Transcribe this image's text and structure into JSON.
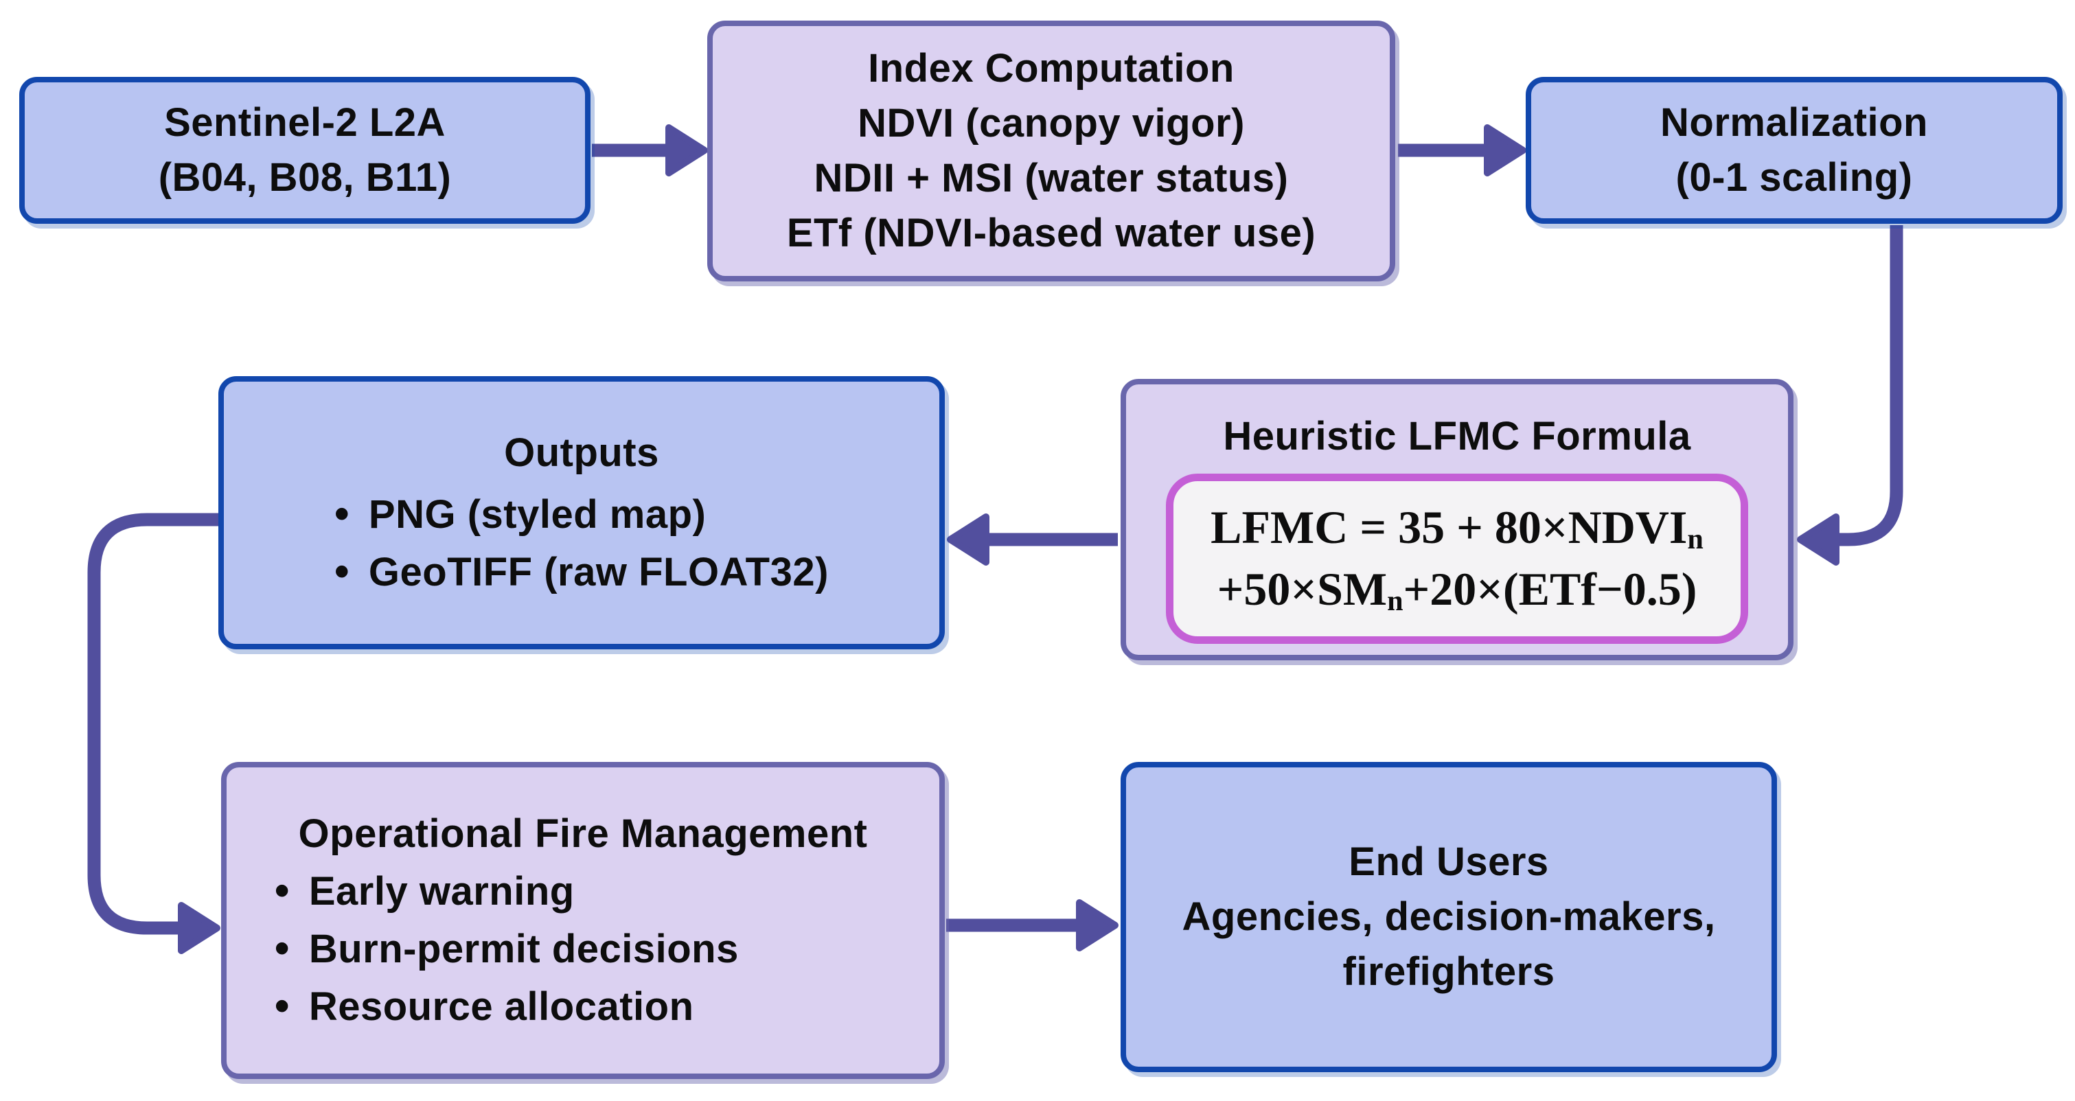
{
  "colors": {
    "canvas": "#ffffff",
    "blue_fill": "#b8c4f2",
    "blue_border": "#1247ad",
    "lavender_fill": "#dbd1f1",
    "lavender_border": "#6966ac",
    "formula_fill": "#f4f3f5",
    "formula_border": "#c45fd6",
    "arrow": "#524f9e",
    "text": "#0d0d0d"
  },
  "glyphs": {
    "bullet": "•"
  },
  "nodes": {
    "sentinel": {
      "lines": [
        "Sentinel-2 L2A",
        "(B04, B08, B11)"
      ]
    },
    "index": {
      "lines": [
        "Index Computation",
        "NDVI (canopy vigor)",
        "NDII + MSI (water status)",
        "ETf (NDVI-based water use)"
      ]
    },
    "normalization": {
      "lines": [
        "Normalization",
        "(0-1 scaling)"
      ]
    },
    "lfmc": {
      "title": "Heuristic LFMC Formula",
      "formula": {
        "line1_main": "LFMC = 35 + 80×NDVI",
        "line1_sub": "n",
        "line2_main": "+50×SM",
        "line2_sub": "n",
        "line2_tail": "+20×(ETf−0.5)"
      }
    },
    "outputs": {
      "title": "Outputs",
      "bullets": [
        "PNG (styled map)",
        "GeoTIFF (raw FLOAT32)"
      ]
    },
    "fire_management": {
      "title": "Operational Fire Management",
      "bullets": [
        "Early warning",
        "Burn-permit decisions",
        "Resource allocation"
      ]
    },
    "end_users": {
      "lines": [
        "End Users",
        "Agencies, decision-makers,",
        "firefighters"
      ]
    }
  }
}
